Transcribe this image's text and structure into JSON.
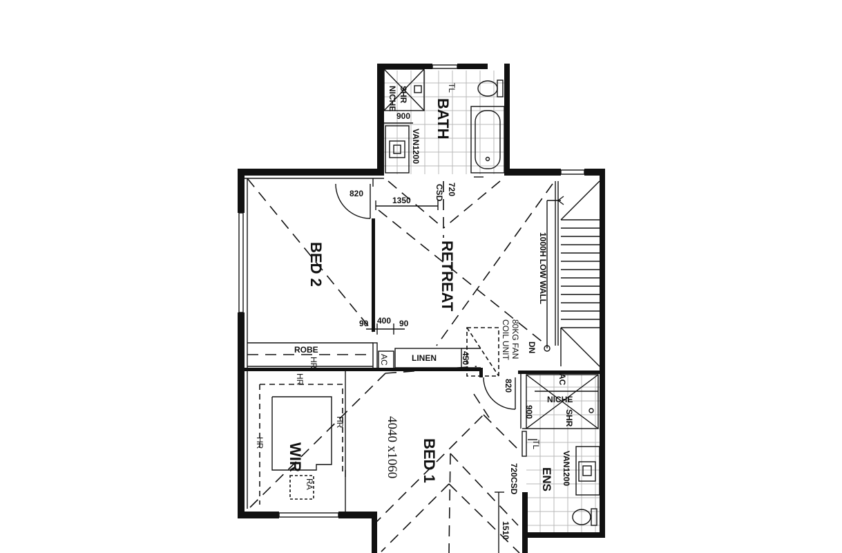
{
  "plan": {
    "rooms": {
      "bath": "BATH",
      "bed2": "BED 2",
      "retreat": "RETREAT",
      "bed1": "BED 1",
      "wir": "WIR",
      "ens": "ENS",
      "robe": "ROBE",
      "linen": "LINEN"
    },
    "labels": {
      "shr_bath": "SHR",
      "niche_bath": "NICHE",
      "tl_bath": "TL",
      "van_bath": "VAN1200",
      "csd": "CSD",
      "low_wall": "1000H LOW WALL",
      "fan_coil_1": "80KG FAN",
      "fan_coil_2": "COIL UNIT",
      "dn": "DN",
      "ac_small": "AC",
      "ac_ens": "AC",
      "niche_ens": "NICHE",
      "shr_ens": "SHR",
      "tl_ens": "TL",
      "van_ens": "VAN1200",
      "hr_robe": "HR",
      "hr_wir_top": "HR",
      "hr_wir_left": "HR",
      "hr_wir_right": "HR",
      "ra": "RA"
    },
    "dimensions": {
      "d900_bath": "900",
      "d820_bed2": "820",
      "d1350": "1350",
      "d720": "720",
      "d90_left": "90",
      "d400": "400",
      "d90_right": "90",
      "d450": "450",
      "d820_bed1": "820",
      "d900_ens": "900",
      "d720csd": "720CSD",
      "d1510": "1510",
      "bed1_size": "4040 x1060"
    }
  }
}
